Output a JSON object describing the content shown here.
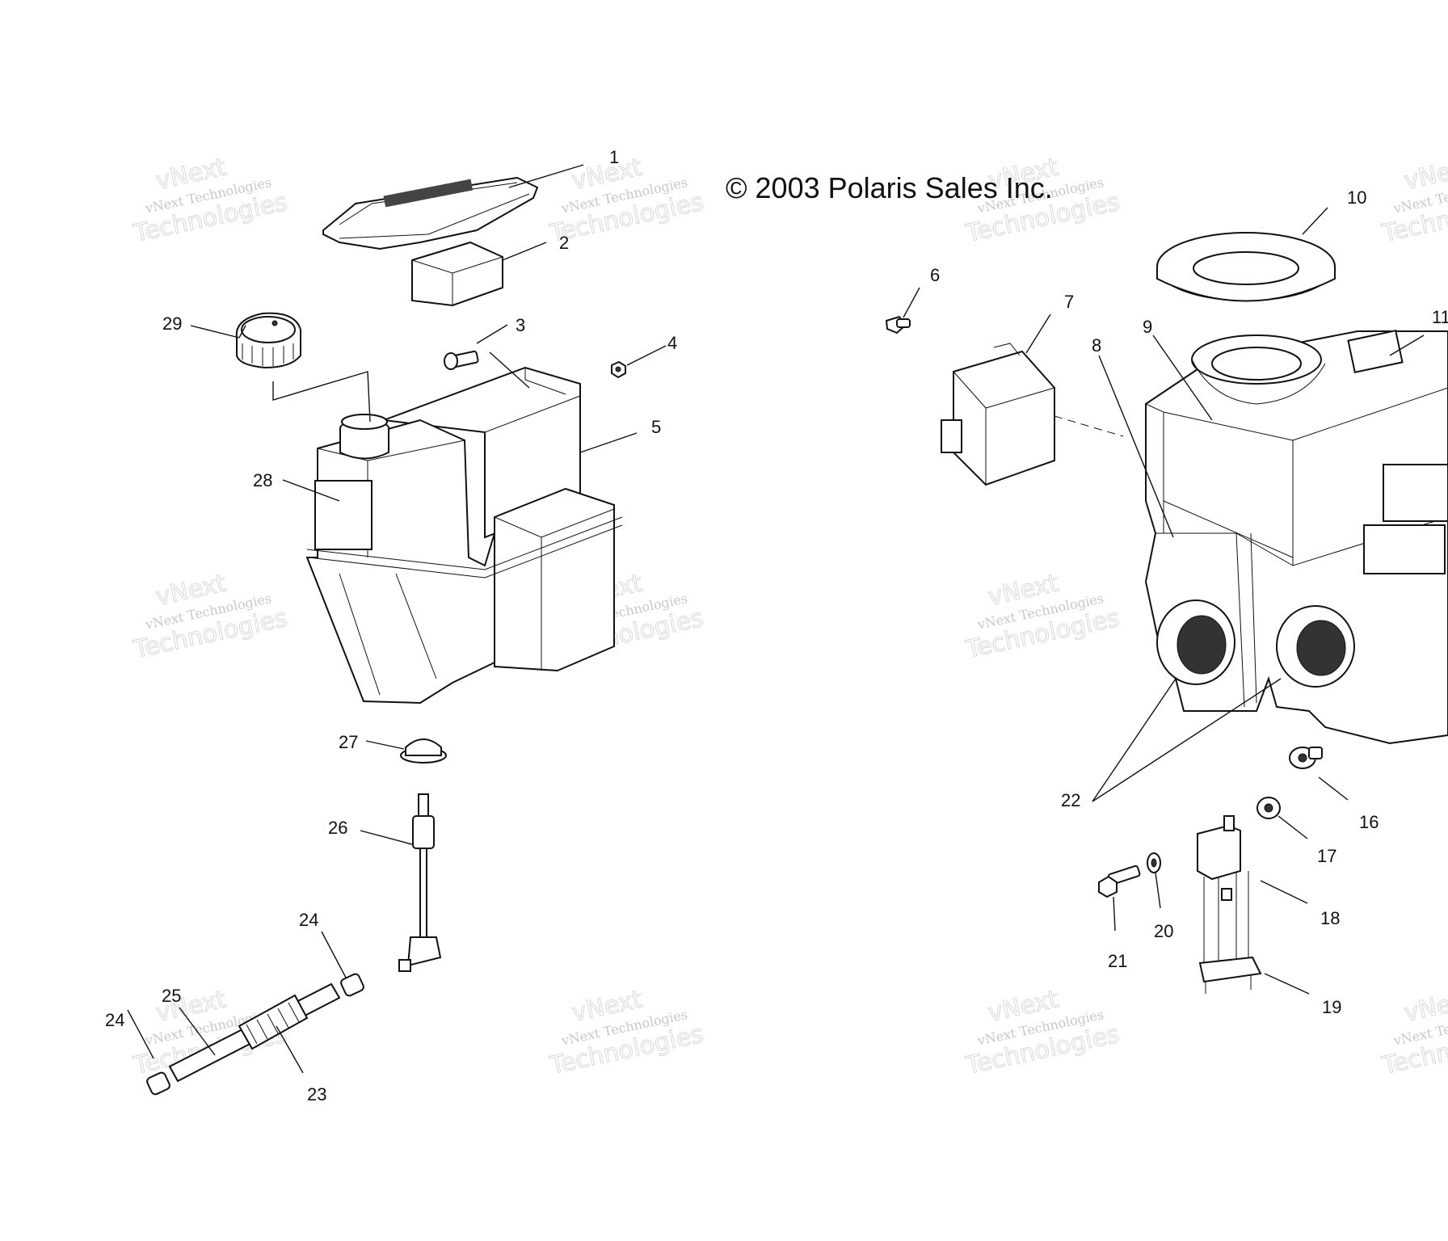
{
  "copyright": "© 2003 Polaris Sales Inc.",
  "watermark": {
    "line1": "vNext",
    "line2": "vNext Technologies",
    "line3": "Technologies"
  },
  "callouts": {
    "c1": "1",
    "c2": "2",
    "c3": "3",
    "c4": "4",
    "c5": "5",
    "c6": "6",
    "c7": "7",
    "c8": "8",
    "c9": "9",
    "c10": "10",
    "c11": "11",
    "c16": "16",
    "c17": "17",
    "c18": "18",
    "c19": "19",
    "c20": "20",
    "c21": "21",
    "c22": "22",
    "c23": "23",
    "c24a": "24",
    "c24b": "24",
    "c25": "25",
    "c26": "26",
    "c27": "27",
    "c28": "28",
    "c29": "29"
  }
}
